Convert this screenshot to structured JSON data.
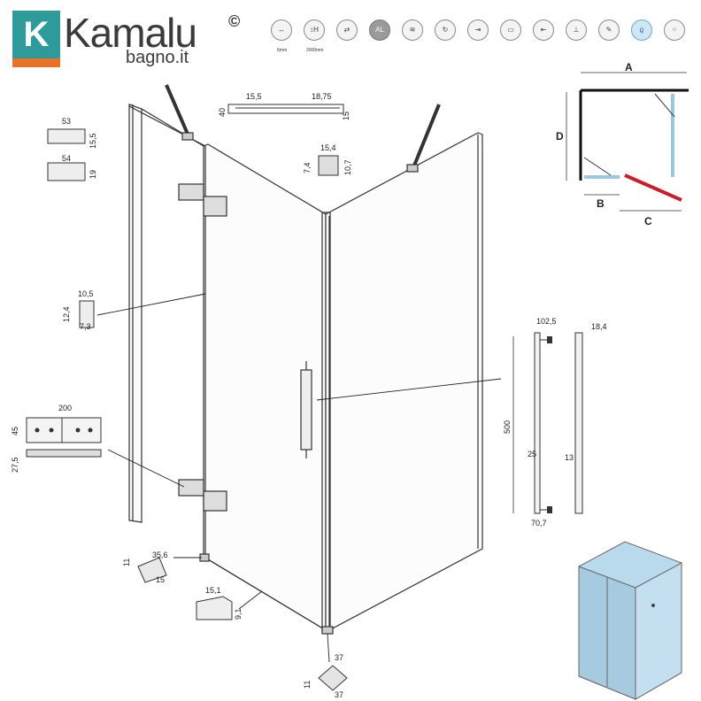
{
  "logo": {
    "letter": "K",
    "name": "Kamalu",
    "copyright": "©",
    "sub": "bagno.it"
  },
  "icons": [
    {
      "name": "glass-thickness-icon",
      "glyph": "↔",
      "caption": "6mm"
    },
    {
      "name": "height-icon",
      "glyph": "↕H",
      "caption": "2000mm"
    },
    {
      "name": "reversible-icon",
      "glyph": "⇄"
    },
    {
      "name": "aluminium-icon",
      "glyph": "AL",
      "dark": true
    },
    {
      "name": "adjustable-profile-icon",
      "glyph": "≋"
    },
    {
      "name": "hinge-opening-icon",
      "glyph": "↻"
    },
    {
      "name": "door-opening-icon",
      "glyph": "⇥"
    },
    {
      "name": "magnetic-closure-icon",
      "glyph": "▭"
    },
    {
      "name": "wall-fixing-icon",
      "glyph": "⇤"
    },
    {
      "name": "installation-icon",
      "glyph": "⊥"
    },
    {
      "name": "no-tools-icon",
      "glyph": "✎"
    },
    {
      "name": "easy-clean-icon",
      "glyph": "ϱ",
      "blue": true
    },
    {
      "name": "anti-limescale-icon",
      "glyph": "⁘"
    }
  ],
  "dimensions": {
    "top_bracket": [
      "15,5",
      "18,75",
      "40",
      "15"
    ],
    "profile_top_small": [
      "53",
      "15,5"
    ],
    "profile_top_wide": [
      "54",
      "19"
    ],
    "corner_seal": [
      "15,4",
      "7,4",
      "10,7"
    ],
    "vertical_seal": [
      "10,5",
      "12,4",
      "7,3"
    ],
    "hinge": [
      "200",
      "45",
      "27,5"
    ],
    "pivot_bottom": [
      "35,6",
      "11",
      "15"
    ],
    "bottom_seal": [
      "15,1",
      "9,1"
    ],
    "corner_foot": [
      "37",
      "11",
      "37"
    ],
    "handle": [
      "102,5",
      "500",
      "25",
      "70,7",
      "18,4",
      "13"
    ]
  },
  "plan": {
    "label_a": "A",
    "label_b": "B",
    "label_c": "C",
    "label_d": "D"
  }
}
